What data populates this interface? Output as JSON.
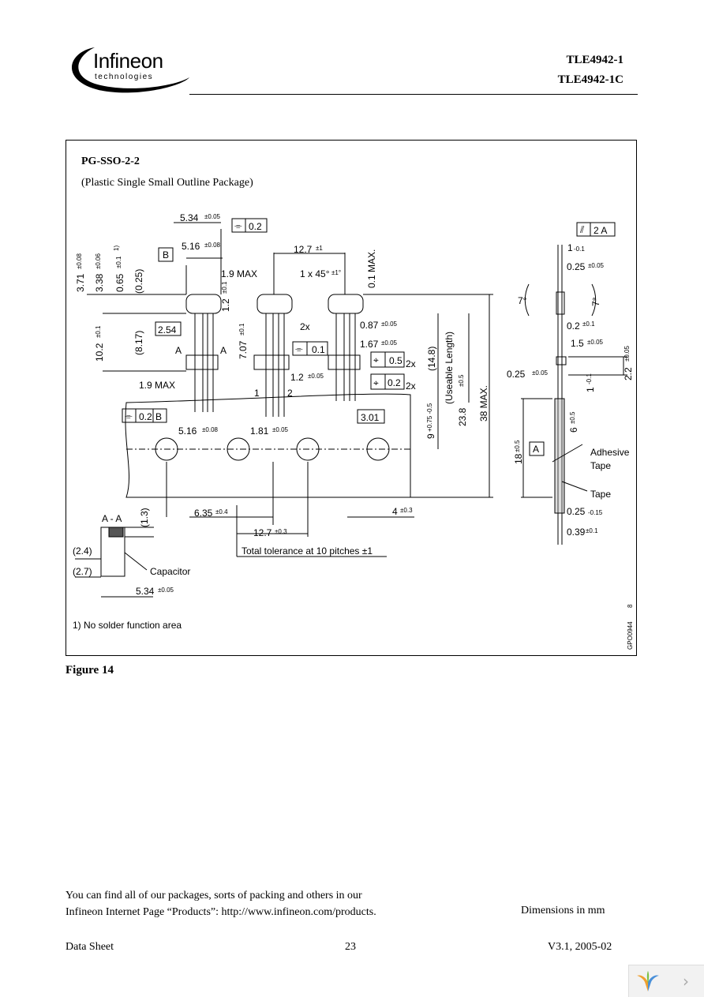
{
  "header": {
    "logo_text": "Infineon",
    "logo_subtext": "technologies",
    "title_lines": [
      "TLE4942-1",
      "TLE4942-1C"
    ]
  },
  "figure": {
    "package_name": "PG-SSO-2-2",
    "package_desc": "(Plastic Single Small Outline Package)",
    "dimensions": {
      "d534": "5.34",
      "d534_tol": "±0.05",
      "d516": "5.16",
      "d516_tol": "±0.08",
      "d127": "12.7",
      "d127_tol": "±1",
      "d19max": "1.9 MAX",
      "d1x45": "1 x 45°",
      "d1x45_tol": "±1°",
      "d01max": "0.1 MAX.",
      "d371": "3.71",
      "d371_tol": "±0.08",
      "d338": "3.38",
      "d338_tol": "±0.06",
      "d065": "0.65",
      "d065_tol": "±0.1",
      "d065_note": "1)",
      "d025p": "(0.25)",
      "d102": "10.2",
      "d102_tol": "±0.1",
      "d817": "(8.17)",
      "d254": "2.54",
      "d12": "1.2",
      "d12_tol": "±0.1",
      "d707": "7.07",
      "d707_tol": "±0.1",
      "d087": "0.87",
      "d087_tol": "±0.05",
      "d167": "1.67",
      "d167_tol": "±0.05",
      "d12b": "1.2",
      "d12b_tol": "±0.05",
      "d2x": "2x",
      "d05": "0.5",
      "d148": "(14.8)",
      "useable": "(Useable Length)",
      "d238": "23.8",
      "d238_tol": "±0.5",
      "d38max": "38 MAX.",
      "d9": "9",
      "d9_tol": "+0.75 -0.5",
      "d301": "3.01",
      "d181": "1.81",
      "d181_tol": "±0.05",
      "d635": "6.35",
      "d635_tol": "±0.4",
      "d127b": "12.7",
      "d127b_tol": "±0.3",
      "d4": "4",
      "d4_tol": "±0.3",
      "pitch_note": "Total tolerance at 10 pitches ±1",
      "section": "A - A",
      "d13": "(1.3)",
      "d24": "(2.4)",
      "d27": "(2.7)",
      "capacitor": "Capacitor",
      "d18": "18",
      "d18_tol": "±0.5",
      "d6": "6",
      "d6_tol": "±0.5",
      "d1": "1",
      "d1_tol": "-0.1",
      "d1b": "1",
      "d1b_tol": "-0.1",
      "d025a": "0.25",
      "d025a_tol": "±0.05",
      "d02": "0.2",
      "d02_tol": "±0.1",
      "d15": "1.5",
      "d15_tol": "±0.05",
      "d22": "2.2",
      "d22_tol": "±0.05",
      "d025b": "0.25",
      "d025b_tol": "±0.05",
      "d025c": "0.25",
      "d025c_tol": "-0.15",
      "d039": "0.39",
      "d039_tol": "±0.1",
      "adhesive_tape": [
        "Adhesive",
        "Tape"
      ],
      "tape": "Tape",
      "angle7": "7°",
      "fcf_02": "0.2",
      "fcf_01": "0.1",
      "fcf_02b": "0.2",
      "fcf_2a": "2 A",
      "fcf_02a": "0.2",
      "datum_a": "A",
      "datum_b": "B",
      "pin1": "1",
      "pin2": "2",
      "footnote": "1) No solder function area",
      "drawing_code": "GPO0944",
      "drawing_rev": "8"
    },
    "caption": "Figure 14"
  },
  "footer": {
    "note_lines": [
      "You can find all of our packages, sorts of packing and others in our",
      "Infineon Internet Page “Products”: http://www.infineon.com/products."
    ],
    "dimensions_unit": "Dimensions in mm",
    "left": "Data Sheet",
    "page": "23",
    "right": "V3.1, 2005-02"
  },
  "viewer": {
    "next_icon": "chevron-right-icon"
  }
}
